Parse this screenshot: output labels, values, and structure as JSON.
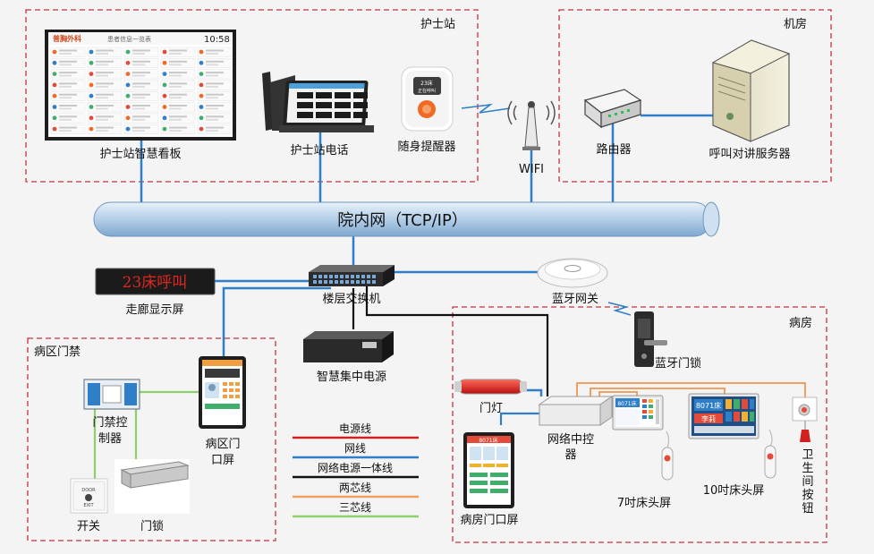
{
  "zones": {
    "nurse_station": "护士站",
    "machine_room": "机房",
    "ward_access": "病区门禁",
    "ward_room": "病房"
  },
  "network": {
    "label": "院内网（TCP/IP）"
  },
  "devices": {
    "smart_board": "护士站智慧看板",
    "nurse_phone": "护士站电话",
    "pager": "随身提醒器",
    "wifi": "WIFI",
    "router": "路由器",
    "server": "呼叫对讲服务器",
    "corridor_display": "走廊显示屏",
    "corridor_display_text": "23床呼叫",
    "floor_switch": "楼层交换机",
    "bluetooth_gateway": "蓝牙网关",
    "bluetooth_lock": "蓝牙门锁",
    "power_supply": "智慧集中电源",
    "access_controller_l1": "门禁控",
    "access_controller_l2": "制器",
    "ward_door_screen_l1": "病区门",
    "ward_door_screen_l2": "口屏",
    "switch": "开关",
    "door_lock": "门锁",
    "door_light": "门灯",
    "network_controller_l1": "网络中控",
    "network_controller_l2": "器",
    "room_door_screen": "病房门口屏",
    "bed_screen_7": "7吋床头屏",
    "bed_screen_10": "10吋床头屏",
    "bathroom_button": "卫生间按钮"
  },
  "board_ui": {
    "header_left": "普胸外科",
    "header_mid": "患者信息一览表",
    "clock": "10:58"
  },
  "pager_ui": {
    "top": "23床",
    "bottom": "正在呼叫"
  },
  "bed7_ui": {
    "bed": "8071床"
  },
  "bed10_ui": {
    "bed": "8071床",
    "name": "李莉"
  },
  "room_screen_ui": {
    "header": "8071床"
  },
  "switch_ui": {
    "top": "DOOR",
    "bottom": "EXIT"
  },
  "legend": [
    {
      "label": "电源线",
      "color": "#d21f1f"
    },
    {
      "label": "网线",
      "color": "#2f7ec8"
    },
    {
      "label": "网络电源一体线",
      "color": "#111111"
    },
    {
      "label": "两芯线",
      "color": "#f0a060"
    },
    {
      "label": "三芯线",
      "color": "#8fcf6a"
    }
  ],
  "colors": {
    "zone_border": "#c8323c",
    "network_line": "#2f7ec8",
    "pipe": "#a8c6e4"
  }
}
